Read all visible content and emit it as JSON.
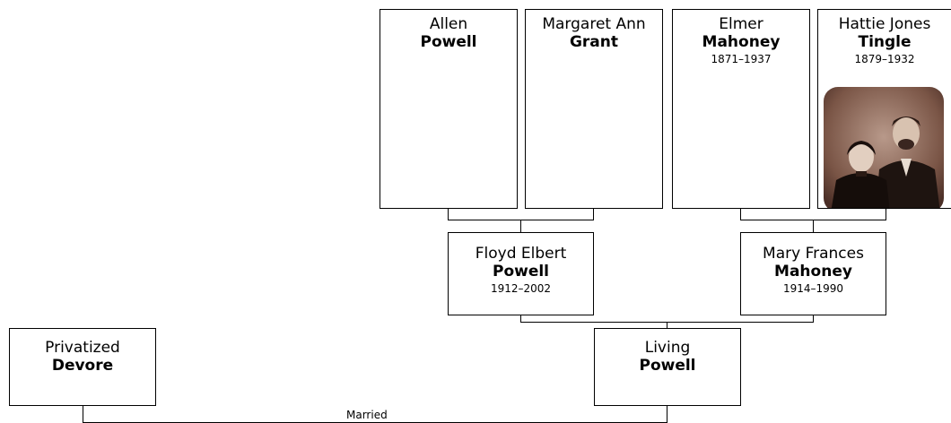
{
  "tree": {
    "people": {
      "allen": {
        "given": "Allen",
        "surname": "Powell",
        "dates": ""
      },
      "margaret": {
        "given": "Margaret Ann",
        "surname": "Grant",
        "dates": ""
      },
      "elmer": {
        "given": "Elmer",
        "surname": "Mahoney",
        "dates": "1871–1937"
      },
      "hattie": {
        "given": "Hattie Jones",
        "surname": "Tingle",
        "dates": "1879–1932"
      },
      "floyd": {
        "given": "Floyd Elbert",
        "surname": "Powell",
        "dates": "1912–2002"
      },
      "mary": {
        "given": "Mary Frances",
        "surname": "Mahoney",
        "dates": "1914–1990"
      },
      "privatized": {
        "given": "Privatized",
        "surname": "Devore",
        "dates": ""
      },
      "living": {
        "given": "Living",
        "surname": "Powell",
        "dates": ""
      }
    },
    "married_label": "Married",
    "colors": {
      "line": "#000000",
      "box_border": "#000000",
      "background": "#ffffff",
      "photo_sepia": "#6b4a3c"
    }
  }
}
